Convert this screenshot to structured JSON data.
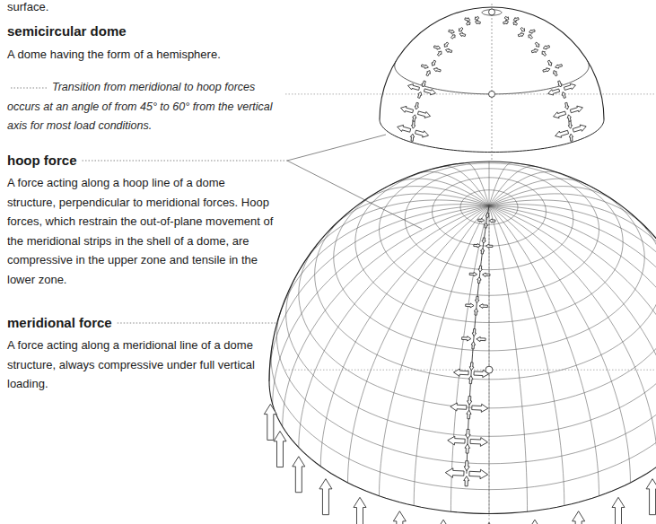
{
  "diagram": {
    "labels": [
      "surface.",
      "semicircular dome",
      "A dome having the form of a hemisphere.",
      "Transition from meridional to hoop forces occurs at an angle of from 45° to 60° from the vertical axis for most load conditions.",
      "hoop force",
      "A force acting along a hoop line of a dome structure, perpendicular to meridional forces. Hoop forces, which restrain the out-of-plane movement of the meridional strips in the shell of a dome, are compressive in the upper zone and tensile in the lower zone.",
      "meridional force",
      "A force acting along a meridional line of a dome structure, always compressive under full vertical loading."
    ]
  }
}
